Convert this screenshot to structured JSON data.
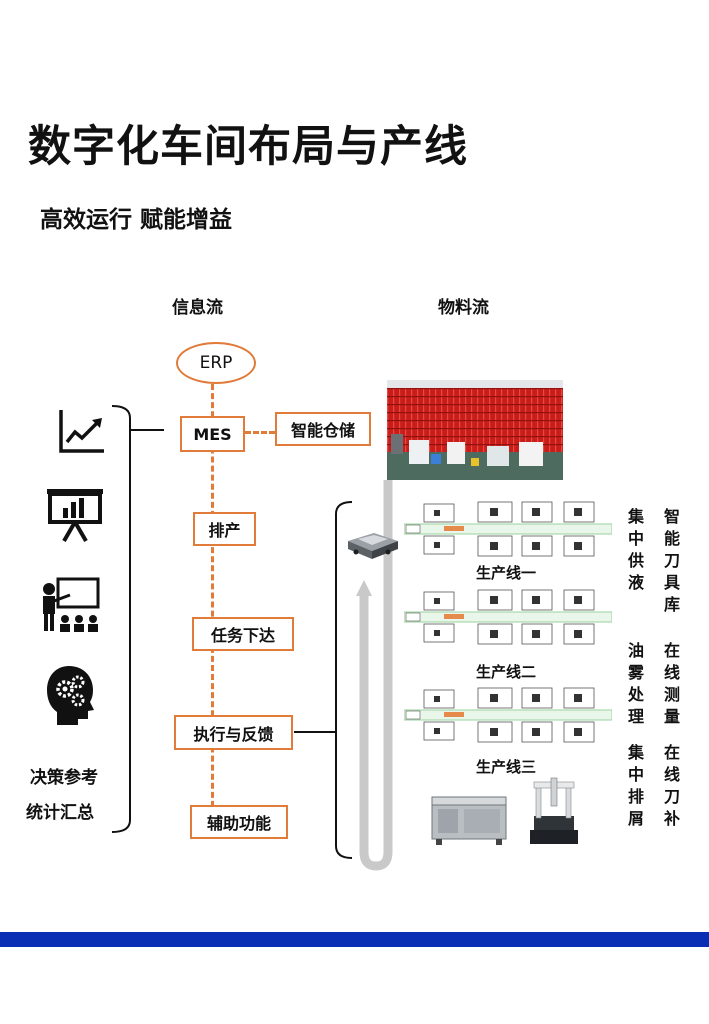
{
  "title": "数字化车间布局与产线",
  "subtitle": "高效运行 赋能增益",
  "columns": {
    "info_flow": "信息流",
    "material_flow": "物料流"
  },
  "info_nodes": {
    "erp": "ERP",
    "mes": "MES",
    "warehouse": "智能仓储",
    "scheduling": "排产",
    "task_dispatch": "任务下达",
    "execution_feedback": "执行与反馈",
    "auxiliary": "辅助功能"
  },
  "left_labels": {
    "decision": "决策参考",
    "statistics": "统计汇总"
  },
  "production_lines": [
    "生产线一",
    "生产线二",
    "生产线三"
  ],
  "right_labels": {
    "col1": [
      "集中供液",
      "油雾处理",
      "集中排屑"
    ],
    "col2": [
      "智能刀具库",
      "在线测量",
      "在线刀补"
    ]
  },
  "colors": {
    "accent": "#e07b39",
    "footer": "#0a2fb5",
    "warehouse_red": "#d8231e"
  },
  "icons": [
    "trend-chart-icon",
    "presentation-board-icon",
    "trainer-audience-icon",
    "head-gears-icon"
  ]
}
